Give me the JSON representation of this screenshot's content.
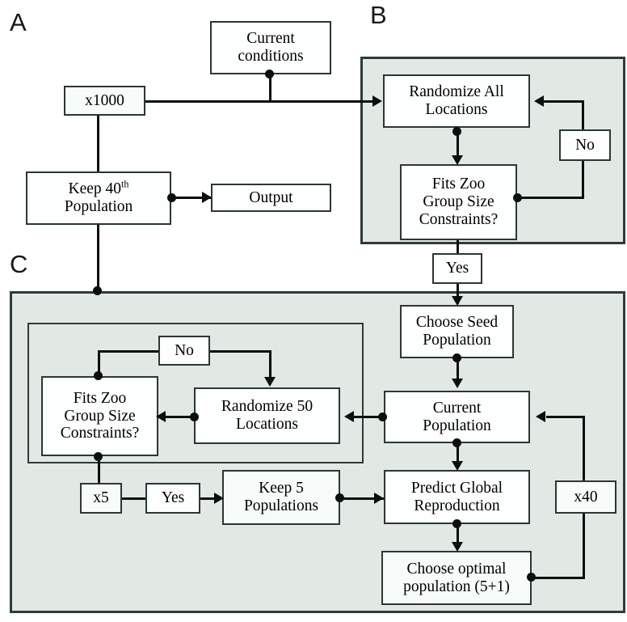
{
  "figure": {
    "type": "flowchart",
    "background_color": "#ffffff",
    "panel_fill": "#e2e8e4",
    "node_fill": "#f7fbf9",
    "stroke_color": "#2b3734"
  },
  "panels": [
    {
      "letter": "A",
      "name": "panel-a"
    },
    {
      "letter": "B",
      "name": "panel-b"
    },
    {
      "letter": "C",
      "name": "panel-c"
    }
  ],
  "nodes": {
    "current_conditions": "Current\nconditions",
    "current_conditions_l1": "Current",
    "current_conditions_l2": "conditions",
    "x1000": "x1000",
    "keep40_l1": "Keep 40",
    "keep40_sup": "th",
    "keep40_l2": "Population",
    "output": "Output",
    "randomize_all_l1": "Randomize All",
    "randomize_all_l2": "Locations",
    "fits_b_l1": "Fits Zoo",
    "fits_b_l2": "Group Size",
    "fits_b_l3": "Constraints?",
    "no_b": "No",
    "yes_b": "Yes",
    "no_c": "No",
    "fits_c_l1": "Fits Zoo",
    "fits_c_l2": "Group Size",
    "fits_c_l3": "Constraints?",
    "randomize50_l1": "Randomize 50",
    "randomize50_l2": "Locations",
    "x5": "x5",
    "yes_c": "Yes",
    "keep5_l1": "Keep 5",
    "keep5_l2": "Populations",
    "choose_seed_l1": "Choose Seed",
    "choose_seed_l2": "Population",
    "current_pop_l1": "Current",
    "current_pop_l2": "Population",
    "predict_l1": "Predict Global",
    "predict_l2": "Reproduction",
    "x40": "x40",
    "choose_optimal_l1": "Choose optimal",
    "choose_optimal_l2": "population (5+1)"
  },
  "edge_labels": {
    "b_reject": "No",
    "b_accept": "Yes",
    "c_reject": "No",
    "c_accept": "Yes",
    "c_inner_loop_count": "x5",
    "c_outer_loop_count": "x40",
    "a_loop_count": "x1000"
  }
}
